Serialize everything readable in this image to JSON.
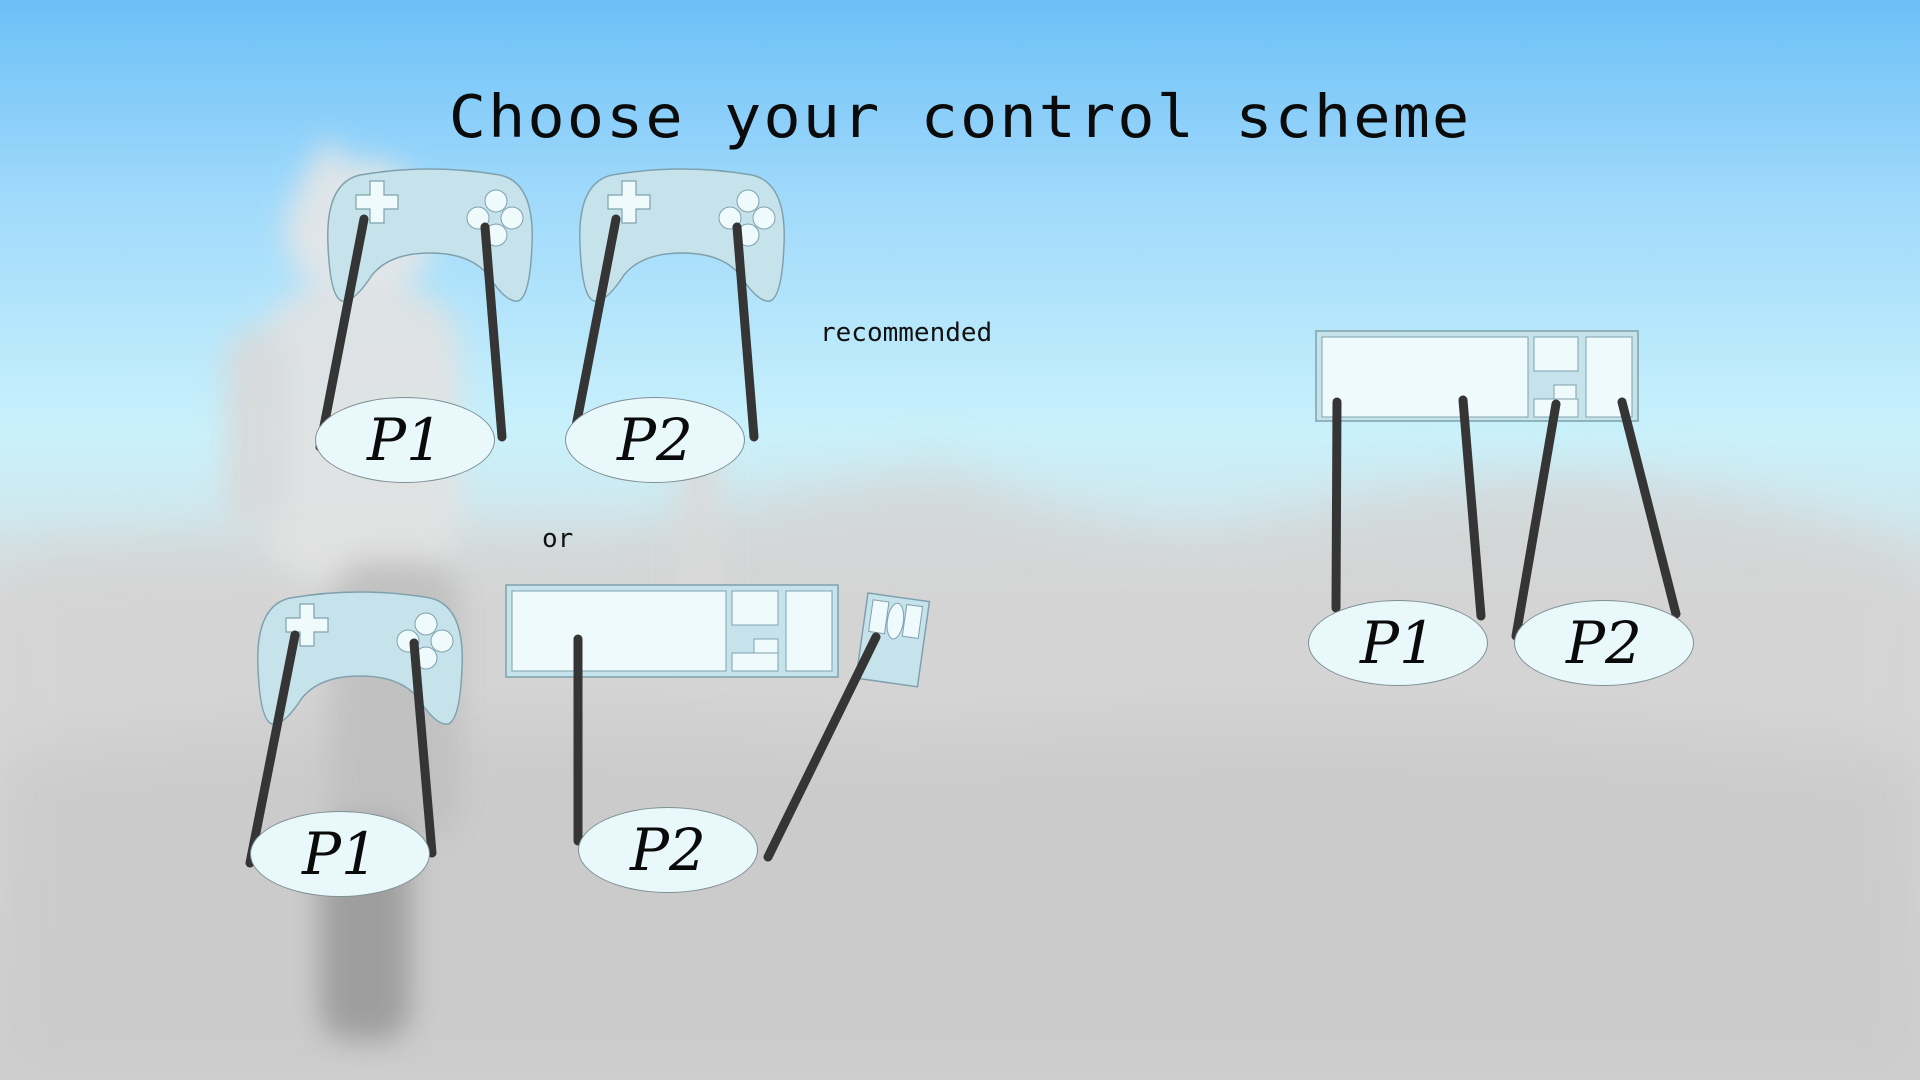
{
  "screen": {
    "title": "Choose your control scheme",
    "recommended_label": "recommended",
    "or_label": "or"
  },
  "schemes": [
    {
      "name": "two-gamepads",
      "devices": [
        "gamepad-icon",
        "gamepad-icon"
      ],
      "players": [
        "P1",
        "P2"
      ]
    },
    {
      "name": "gamepad-and-keyboard-mouse",
      "devices": [
        "gamepad-icon",
        "keyboard-icon",
        "mouse-icon"
      ],
      "players": [
        "P1",
        "P2"
      ]
    },
    {
      "name": "shared-keyboard",
      "devices": [
        "keyboard-icon"
      ],
      "players": [
        "P1",
        "P2"
      ]
    }
  ],
  "colors": {
    "device_fill": "#c6e3ec",
    "device_light": "#eefafc",
    "cable": "#353535",
    "sky_top": "#6cc0f7",
    "ground": "#d0d0d0"
  }
}
